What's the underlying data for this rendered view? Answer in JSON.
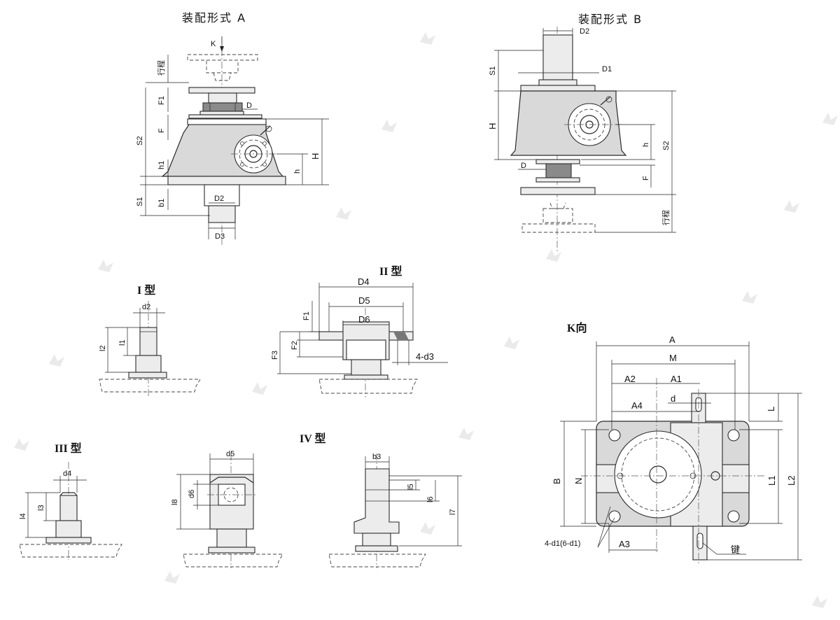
{
  "titles": {
    "form_a": "装配形式 A",
    "form_b": "装配形式 B",
    "type_1": "I 型",
    "type_2": "II 型",
    "type_3": "III 型",
    "type_4": "IV 型",
    "k_view": "K向"
  },
  "form_a_labels": {
    "K": "K",
    "stroke": "行程",
    "F1": "F1",
    "D": "D",
    "F": "F",
    "S2": "S2",
    "H": "H",
    "h1": "h1",
    "h": "h",
    "S1": "S1",
    "b1": "b1",
    "D2": "D2",
    "D3": "D3"
  },
  "form_b_labels": {
    "D2": "D2",
    "D1": "D1",
    "S1": "S1",
    "H": "H",
    "h": "h",
    "S2": "S2",
    "D": "D",
    "F": "F",
    "stroke": "行程"
  },
  "type1_labels": {
    "d2": "d2",
    "l1": "l1",
    "l2": "l2"
  },
  "type2_labels": {
    "D4": "D4",
    "D5": "D5",
    "D6": "D6",
    "F1": "F1",
    "F2": "F2",
    "F3": "F3",
    "holes": "4-d3"
  },
  "type3_labels": {
    "d4": "d4",
    "l3": "l3",
    "l4": "l4"
  },
  "type4a_labels": {
    "d5": "d5",
    "d6": "d6",
    "l8": "l8"
  },
  "type4b_labels": {
    "b3": "b3",
    "l5": "l5",
    "l6": "l6",
    "l7": "l7"
  },
  "kview_labels": {
    "A": "A",
    "M": "M",
    "A2": "A2",
    "A1": "A1",
    "A4": "A4",
    "d": "d",
    "L": "L",
    "B": "B",
    "N": "N",
    "L1": "L1",
    "L2": "L2",
    "holes": "4-d1(6-d1)",
    "A3": "A3",
    "key": "键"
  }
}
